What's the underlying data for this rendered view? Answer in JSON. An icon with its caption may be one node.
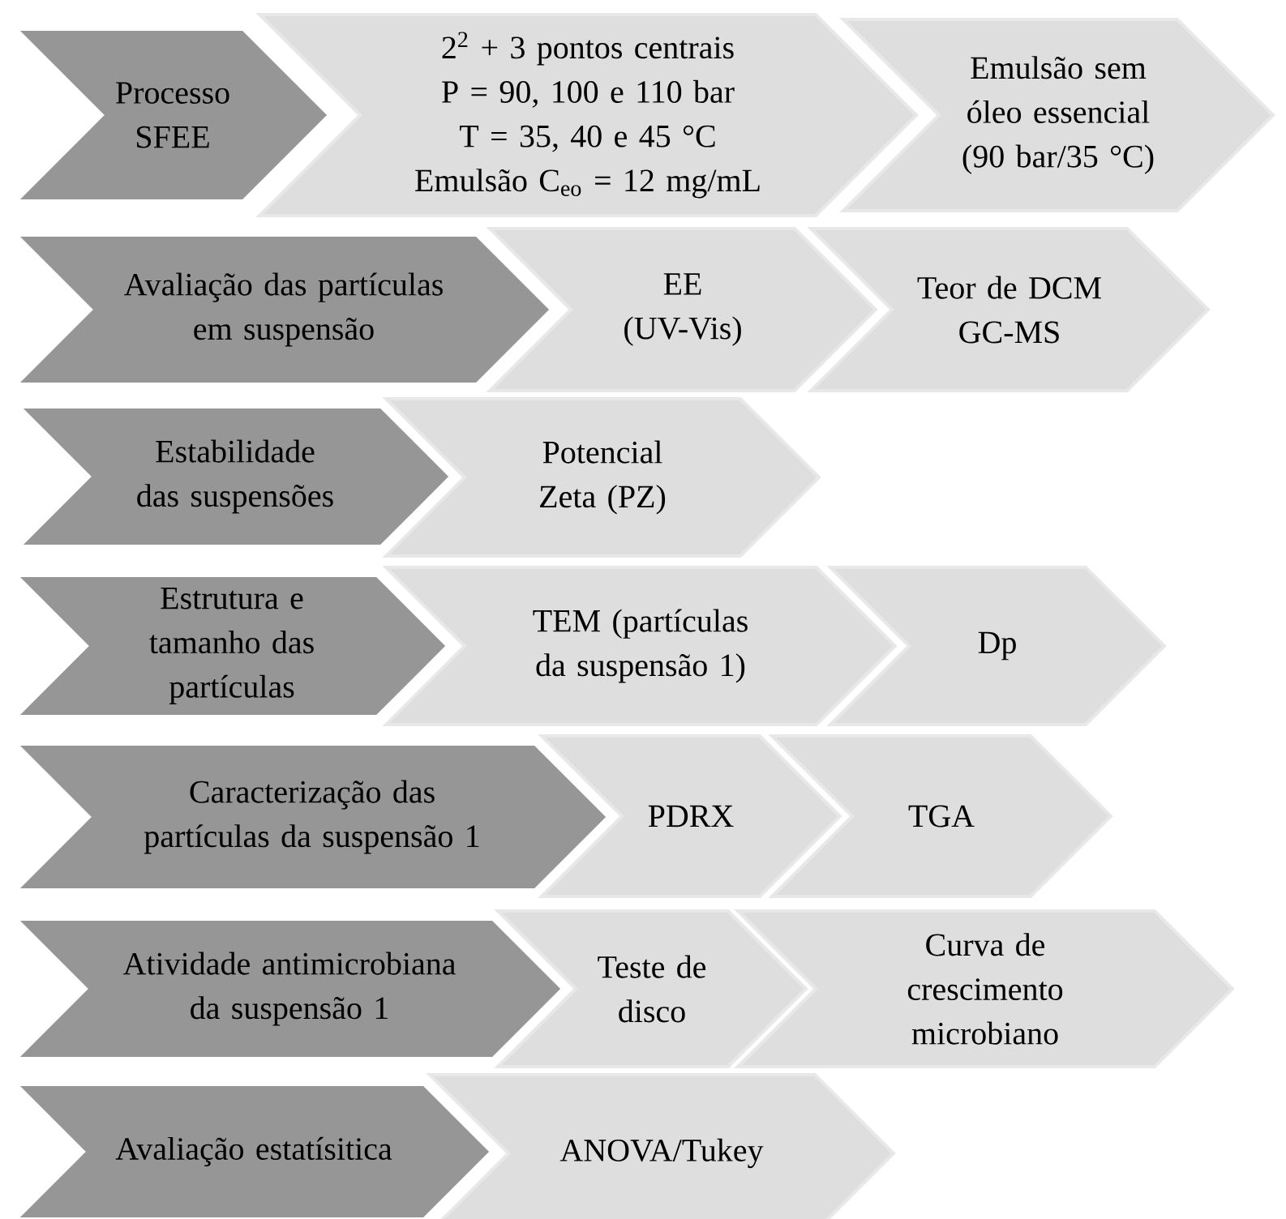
{
  "diagram": {
    "nodes": [
      {
        "text": [
          "Processo SFEE"
        ]
      },
      {
        "text": [
          "2$^{2}$ + 3 pontos centrais",
          "P = 90, 100 e 110 bar",
          "T = 35, 40 e 45 °C",
          "Emulsão C$_{eo}$ = 12 mg/mL"
        ]
      },
      {
        "text": [
          "Emulsão sem óleo essencial (90 bar/35 °C)"
        ]
      },
      {
        "text": [
          "Avaliação das partículas em suspensão"
        ]
      },
      {
        "text": [
          "EE (UV-Vis)"
        ]
      },
      {
        "text": [
          "Teor de DCM GC-MS"
        ]
      },
      {
        "text": [
          "Estabilidade das suspensões"
        ]
      },
      {
        "text": [
          "Potencial Zeta (PZ)"
        ]
      },
      {
        "text": [
          "Estrutura e tamanho das partículas"
        ]
      },
      {
        "text": [
          "TEM (partículas da suspensão 1)"
        ]
      },
      {
        "text": [
          "Dp"
        ]
      },
      {
        "text": [
          "Caracterização das partículas da suspensão 1"
        ]
      },
      {
        "text": [
          "PDRX"
        ]
      },
      {
        "text": [
          "TGA"
        ]
      },
      {
        "text": [
          "Atividade antimicrobiana da suspensão 1"
        ]
      },
      {
        "text": [
          "Teste de disco"
        ]
      },
      {
        "text": [
          "Curva de crescimento microbiano"
        ]
      },
      {
        "text": [
          "Avaliação estatísitica"
        ]
      },
      {
        "text": [
          "ANOVA/Tukey"
        ]
      }
    ]
  }
}
